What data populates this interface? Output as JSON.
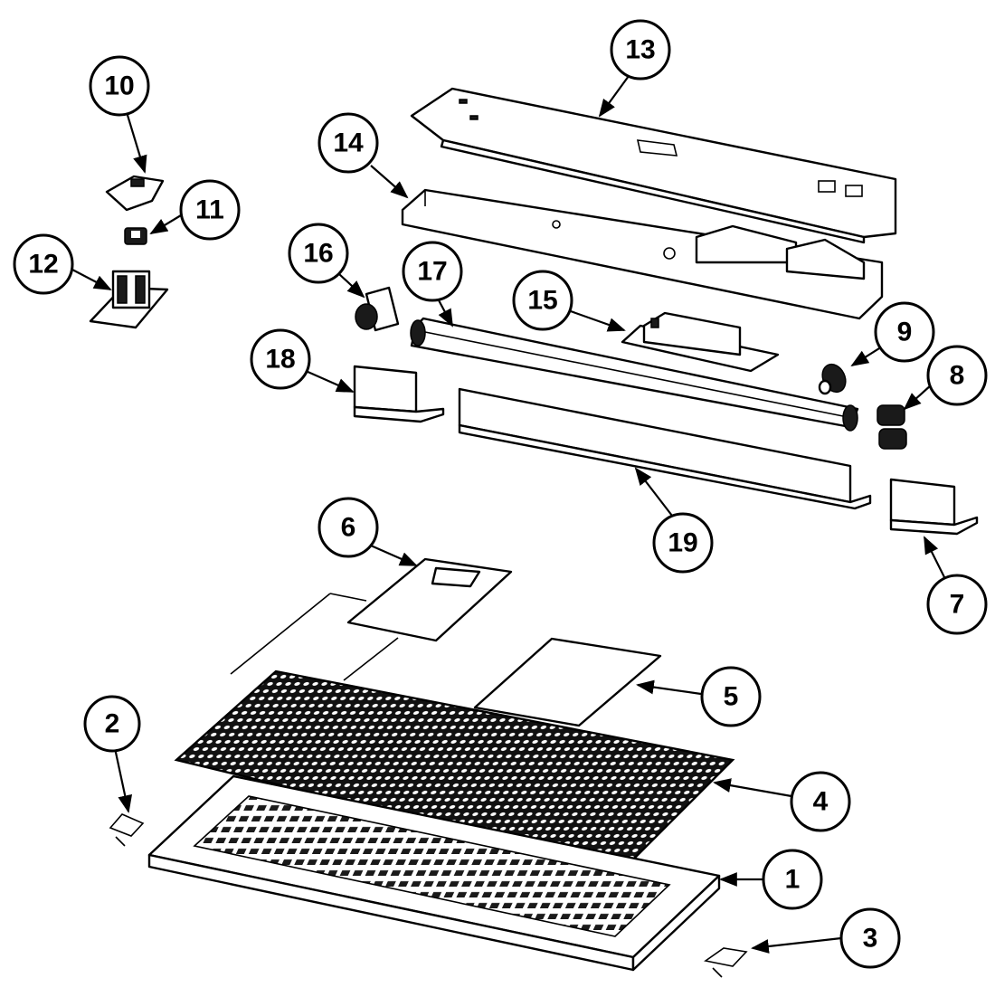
{
  "colors": {
    "ink": "#000000",
    "paper": "#ffffff"
  },
  "callouts": [
    "1",
    "2",
    "3",
    "4",
    "5",
    "6",
    "7",
    "8",
    "9",
    "10",
    "11",
    "12",
    "13",
    "14",
    "15",
    "16",
    "17",
    "18",
    "19"
  ]
}
